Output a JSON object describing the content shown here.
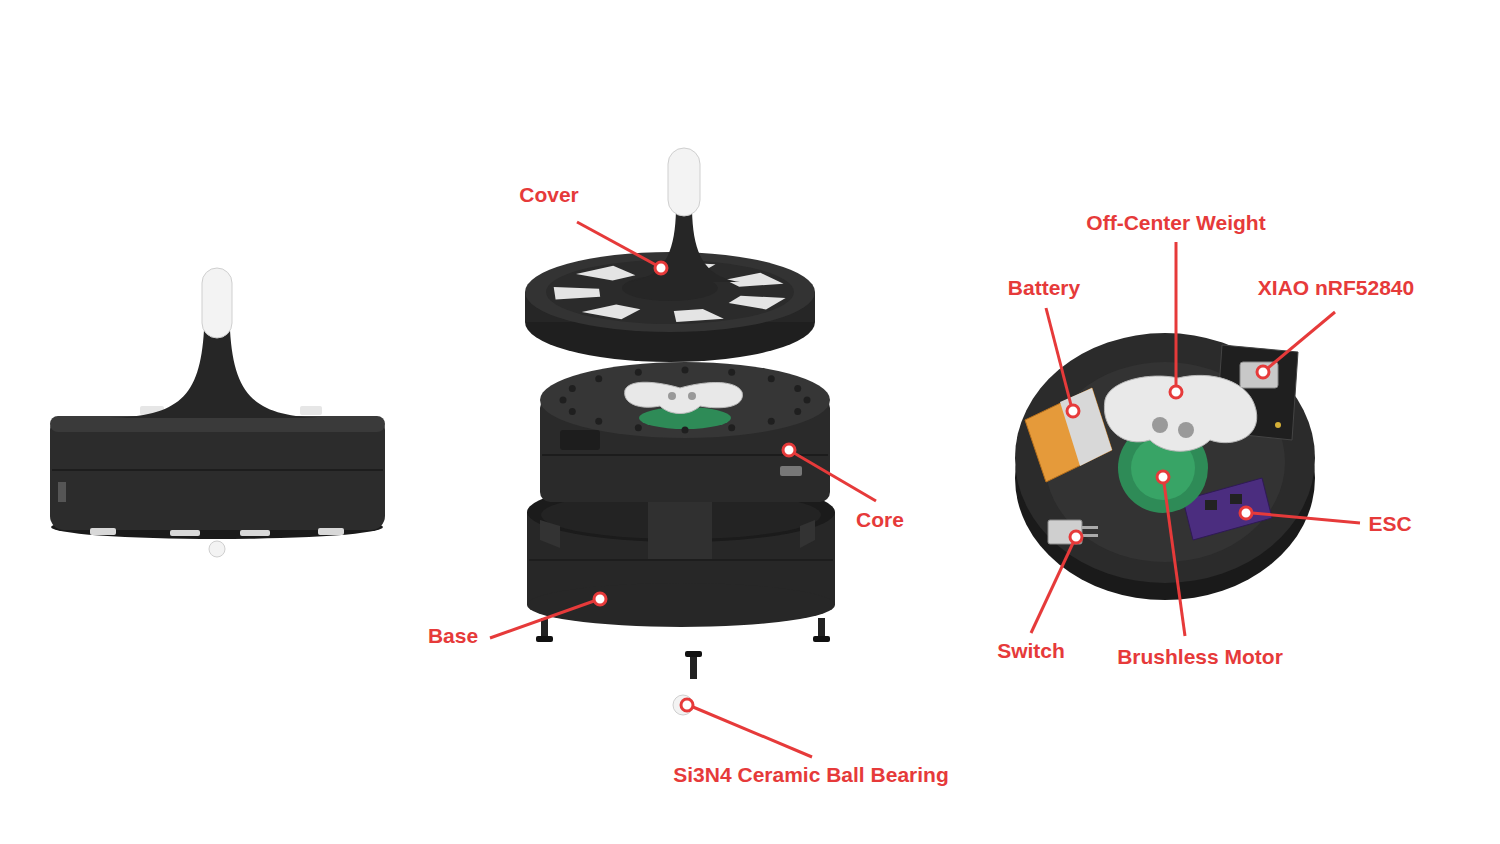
{
  "diagram": {
    "labels": [
      "Cover",
      "Off-Center Weight",
      "Battery",
      "XIAO nRF52840",
      "Core",
      "ESC",
      "Base",
      "Switch",
      "Brushless Motor",
      "Si3N4 Ceramic Ball Bearing"
    ]
  }
}
